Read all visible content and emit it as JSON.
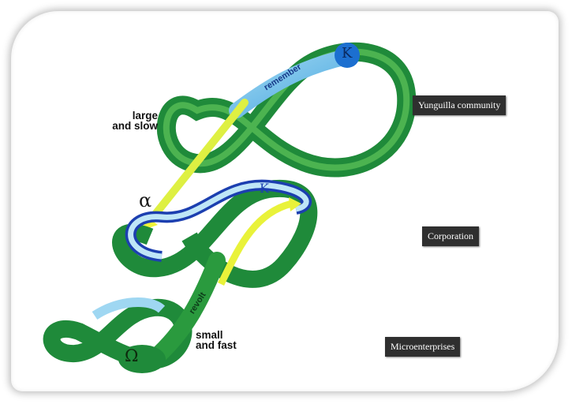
{
  "diagram": {
    "labels": {
      "remember": "remember",
      "revolt": "revolt",
      "large_slow": [
        "large",
        "and  slow"
      ],
      "small_fast": [
        "small",
        "and fast"
      ]
    },
    "symbols": {
      "k_top": "K",
      "k_middle": "K",
      "alpha": "α",
      "omega": "Ω"
    },
    "levels": [
      {
        "label": "Yunguilla community"
      },
      {
        "label": "Corporation"
      },
      {
        "label": "Microenterprises"
      }
    ],
    "colors": {
      "green": "#1f8a3a",
      "light_green": "#6fcf5a",
      "blue": "#1c3fb0",
      "light_blue": "#9fd7f2",
      "yellow": "#e9f23a"
    }
  }
}
